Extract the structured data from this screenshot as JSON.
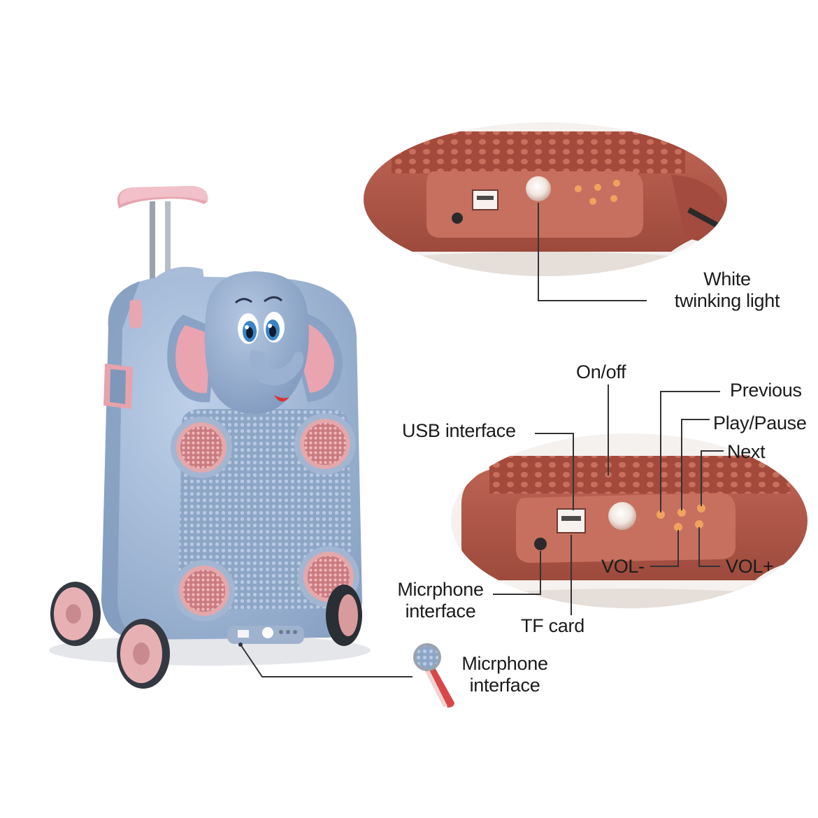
{
  "labels": {
    "white_light_line1": "White",
    "white_light_line2": "twinking light",
    "on_off": "On/off",
    "previous": "Previous",
    "play_pause": "Play/Pause",
    "next": "Next",
    "usb_interface": "USB interface",
    "vol_minus": "VOL-",
    "vol_plus": "VOL+",
    "mic_interface_line1": "Micrphone",
    "mic_interface_line2": "interface",
    "tf_card": "TF card",
    "mic_bottom_line1": "Micrphone",
    "mic_bottom_line2": "interface"
  },
  "colors": {
    "suitcase_body": "#9db4d2",
    "suitcase_shade": "#7f98bb",
    "ear_pink": "#e8a2ad",
    "wheel_pink": "#e7b1b4",
    "speaker_pink": "#d98f92",
    "panel_red": "#b35a4c",
    "panel_light": "#c9705f",
    "button_orange": "#f0a35e",
    "leader_line": "#333333"
  },
  "icons": [
    "elephant-suitcase-illustration",
    "control-panel-closeup",
    "usb-port-icon",
    "microphone-icon"
  ]
}
